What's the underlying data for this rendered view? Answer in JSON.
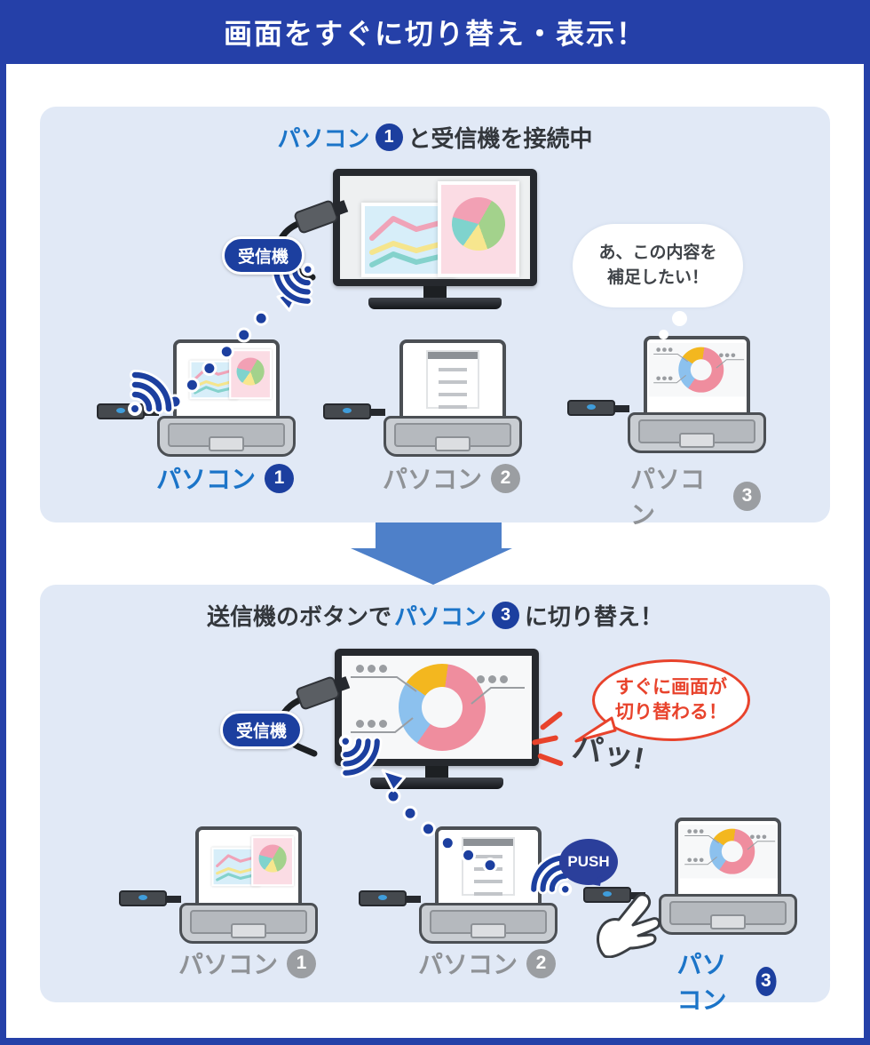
{
  "title": "画面をすぐに切り替え・表示！",
  "receiver_label": "受信機",
  "push_label": "PUSH",
  "sfx": "パッ!",
  "panel1": {
    "heading": {
      "pc": "パソコン",
      "num": "1",
      "rest": "と受信機を接続中"
    },
    "thought": {
      "line1": "あ、この内容を",
      "line2": "補足したい！"
    },
    "labels": [
      {
        "name": "パソコン",
        "num": "1"
      },
      {
        "name": "パソコン",
        "num": "2"
      },
      {
        "name": "パソコン",
        "num": "3"
      }
    ]
  },
  "panel2": {
    "heading": {
      "pre": "送信機のボタンで",
      "pc": "パソコン",
      "num": "3",
      "rest": "に切り替え！"
    },
    "speech": {
      "line1": "すぐに画面が",
      "line2": "切り替わる！"
    },
    "labels": [
      {
        "name": "パソコン",
        "num": "1"
      },
      {
        "name": "パソコン",
        "num": "2"
      },
      {
        "name": "パソコン",
        "num": "3"
      }
    ]
  },
  "colors": {
    "banner_blue": "#2540a8",
    "panel_blue": "#e1e9f6",
    "navy": "#1c3f9f",
    "label_blue": "#1b74c8",
    "label_gray": "#8f9296",
    "red": "#e8432c",
    "arrow_blue": "#4e80c9"
  }
}
